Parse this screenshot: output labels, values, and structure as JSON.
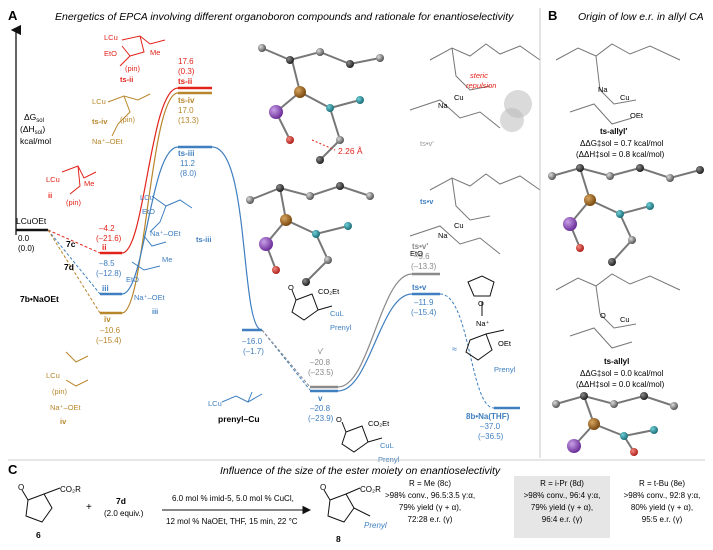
{
  "panelA": {
    "letter": "A",
    "title": "Energetics of EPCA involving different organoboron compounds and rationale for enantioselectivity",
    "yaxis": {
      "l1": "ΔG",
      "l1sub": "sol",
      "l2": "(ΔH",
      "l2sub": "sol",
      "l2end": ")",
      "l3": "kcal/mol"
    },
    "start": {
      "label": "LCuOEt",
      "g": "0.0",
      "h": "(0.0)"
    },
    "ts": [
      {
        "name": "ts-ii",
        "g": "17.6",
        "h": "(0.3)",
        "name2": "ts-ii",
        "color": "#e2231a"
      },
      {
        "name": "ts-iv",
        "g": "17.0",
        "h": "(13.3)",
        "name2": "ts-iv",
        "color": "#b8862b"
      },
      {
        "name": "ts-iii",
        "g": "11.2",
        "h": "(8.0)",
        "name2": "ts-iii",
        "color": "#3f7fbf"
      }
    ],
    "intermediates": {
      "ii": {
        "lab": "ii",
        "g": "–4.2",
        "h": "(–21.6)",
        "pre": "7c"
      },
      "iii": {
        "lab": "iii",
        "g": "–8.5",
        "h": "(–12.8)",
        "pre": "7d"
      },
      "iv": {
        "lab": "iv",
        "g": "–10.6",
        "h": "(–15.4)",
        "pre": "7b•NaOEt"
      }
    },
    "prenyl": {
      "g": "–16.0",
      "h": "(–1.7)",
      "label": "prenyl–Cu"
    },
    "vprime": {
      "lab": "v′",
      "g": "–20.8",
      "h": "(–23.5)"
    },
    "v": {
      "lab": "v",
      "g": "–20.8",
      "h": "(–23.9)"
    },
    "tsvprime": {
      "lab": "ts•v′",
      "g": "–9.6",
      "h": "(–13.3)"
    },
    "tsv": {
      "lab": "ts•v",
      "g": "–11.9",
      "h": "(–15.4)"
    },
    "product": {
      "lab": "8b•Na(THF)",
      "g": "–37.0",
      "h": "(–36.5)"
    },
    "annot": {
      "dist": "2.26 Å",
      "steric": "steric",
      "repulsion": "repulsion",
      "tsvp_label": "ts•v′",
      "tsv_label": "ts•v"
    },
    "struct_labels": {
      "lcu": "LCu",
      "eto": "EtO",
      "pin": "(pin)",
      "b": "B",
      "me": "Me",
      "naoet": "Na⁺–OEt",
      "cul": "CuL",
      "prenyl": "Prenyl",
      "co2et": "CO₂Et",
      "oet": "OEt",
      "na": "Na⁺",
      "lcu2": "LCu"
    }
  },
  "panelB": {
    "letter": "B",
    "title": "Origin of low e.r. in allyl CA",
    "ts1": {
      "name": "ts-allyl′",
      "dg": "ΔΔG‡sol = 0.7 kcal/mol",
      "dh": "(ΔΔH‡sol = 0.8 kcal/mol)"
    },
    "ts2": {
      "name": "ts-allyl",
      "dg": "ΔΔG‡sol = 0.0 kcal/mol",
      "dh": "(ΔΔH‡sol = 0.0 kcal/mol)"
    },
    "labels": {
      "na": "Na",
      "cu": "Cu",
      "oet": "OEt",
      "o": "O"
    }
  },
  "panelC": {
    "letter": "C",
    "title": "Influence of the size of the ester moiety on enantioselectivity",
    "reactant1": {
      "num": "6",
      "sub": "CO₂R",
      "o": "O"
    },
    "plus": "+",
    "reactant2": {
      "num": "7d",
      "eq": "(2.0 equiv.)"
    },
    "conditions1": "6.0 mol % imid-5, 5.0 mol % CuCl,",
    "conditions2": "12 mol % NaOEt, THF, 15 min, 22 °C",
    "product": {
      "num": "8",
      "sub": "CO₂R",
      "prenyl": "Prenyl",
      "o": "O"
    },
    "results": [
      {
        "r": "R = Me (8c)",
        "l1": ">98% conv., 96.5:3.5 γ:α,",
        "l2": "79% yield (γ + α),",
        "l3": "72:28 e.r. (γ)"
      },
      {
        "r": "R = i-Pr (8d)",
        "l1": ">98% conv., 96:4 γ:α,",
        "l2": "79% yield (γ + α),",
        "l3": "96:4 e.r. (γ)"
      },
      {
        "r": "R = t-Bu (8e)",
        "l1": ">98% conv., 92:8 γ:α,",
        "l2": "80% yield (γ + α),",
        "l3": "95:5 e.r. (γ)"
      }
    ]
  },
  "colors": {
    "red": "#e2231a",
    "gold": "#b8862b",
    "blue": "#3f7fbf",
    "grey": "#8a8a8a",
    "black": "#111111"
  }
}
